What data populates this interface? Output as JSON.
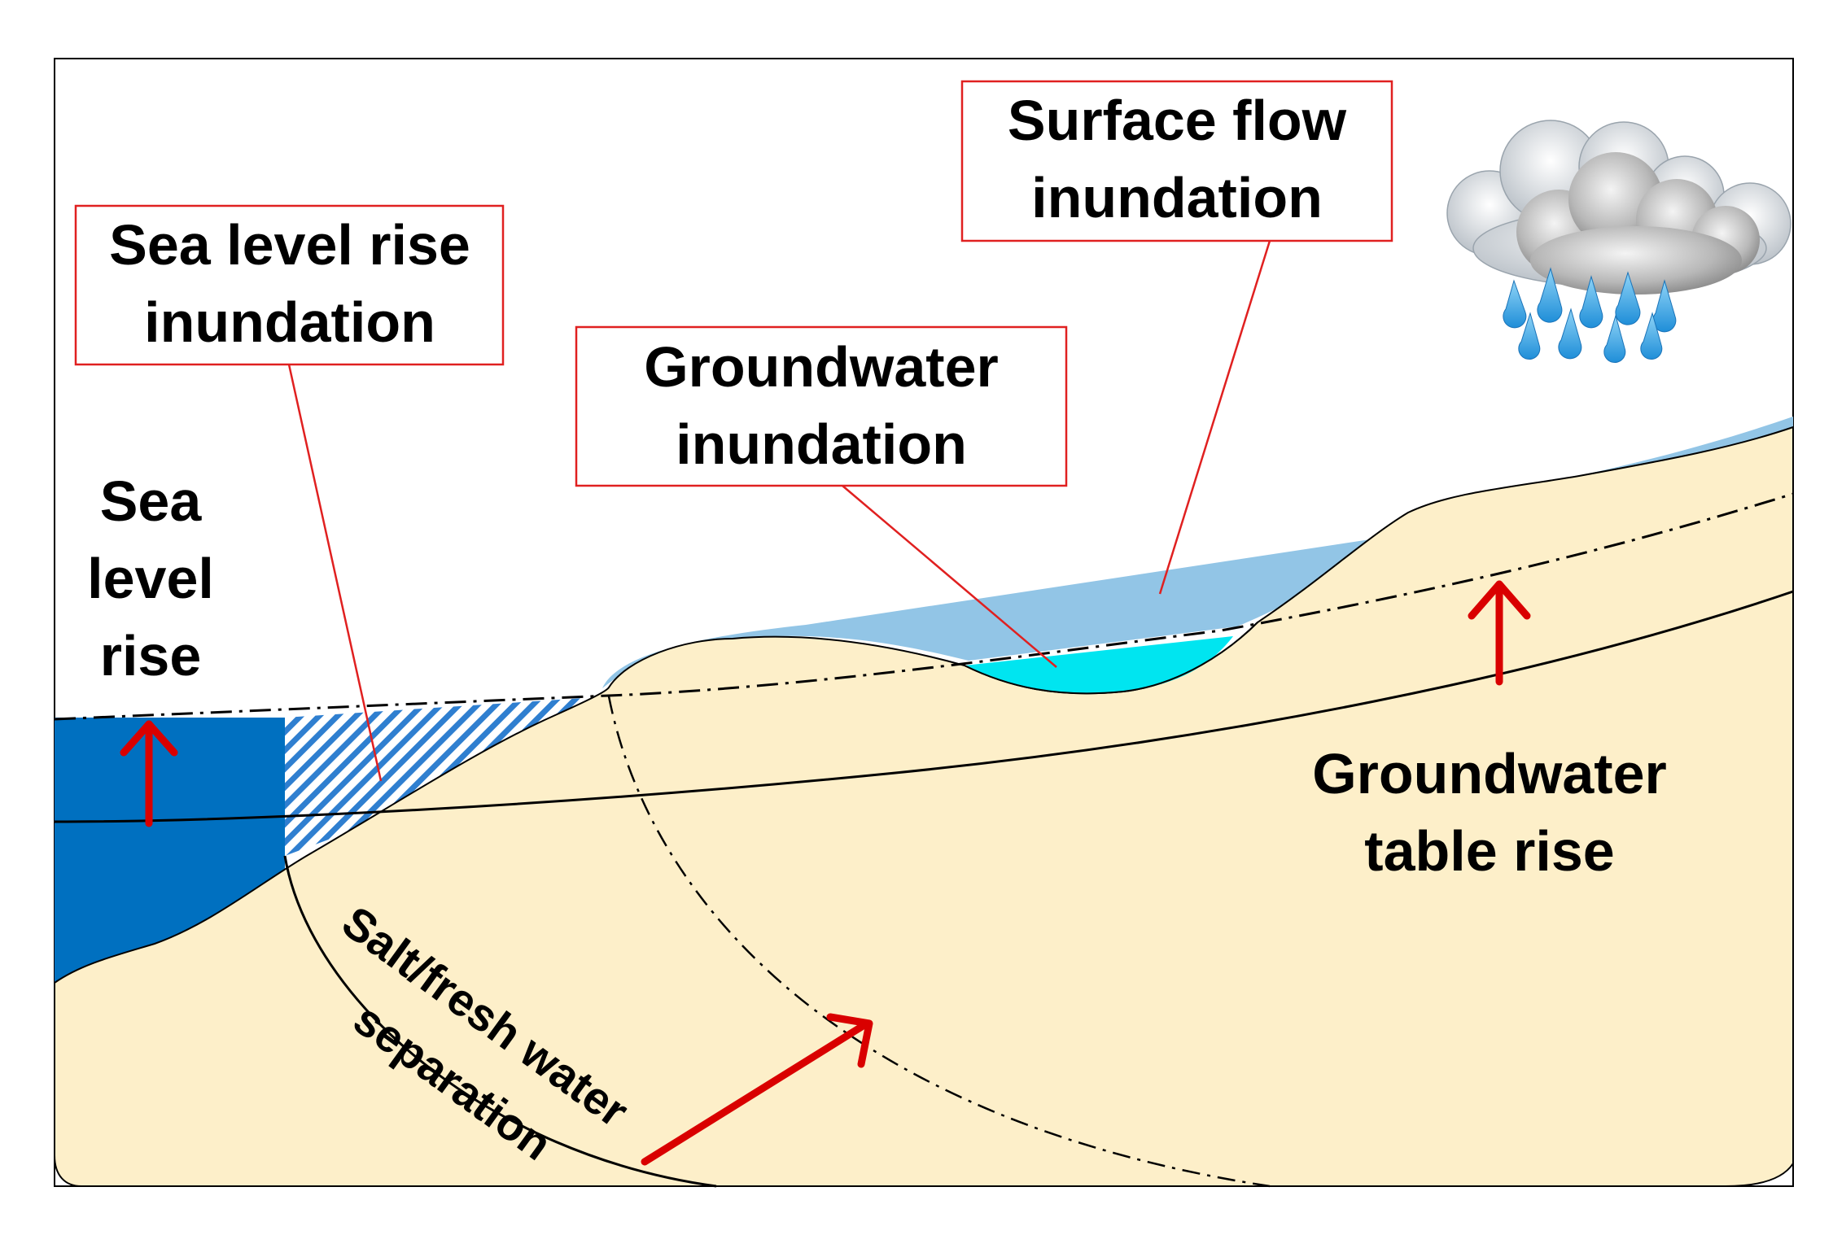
{
  "labels": {
    "sea_level_rise_inundation": [
      "Sea level rise",
      "inundation"
    ],
    "surface_flow_inundation": [
      "Surface flow",
      "inundation"
    ],
    "groundwater_inundation": [
      "Groundwater",
      "inundation"
    ],
    "sea_level_rise": [
      "Sea",
      "level",
      "rise"
    ],
    "groundwater_table_rise": [
      "Groundwater",
      "table rise"
    ],
    "salt_fresh_separation": [
      "Salt/fresh water",
      "separation"
    ]
  },
  "colors": {
    "sea": "#0070c0",
    "land": "#fdefc9",
    "surface_water": "#92c5e6",
    "groundwater_pond": "#00e5f0",
    "callout_border": "#e02020",
    "arrow": "#d90000",
    "hatch": "#2f7fd0"
  },
  "icons": {
    "rain_cloud": "rain-cloud-icon"
  }
}
